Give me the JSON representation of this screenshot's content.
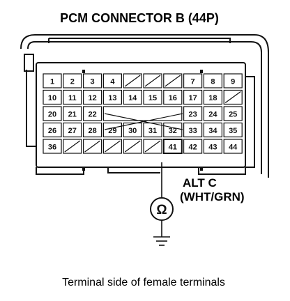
{
  "title": "PCM CONNECTOR B (44P)",
  "connector": {
    "pins": [
      {
        "id": "1",
        "row": 0,
        "col": 0
      },
      {
        "id": "2",
        "row": 0,
        "col": 1
      },
      {
        "id": "3",
        "row": 0,
        "col": 2
      },
      {
        "id": "4",
        "row": 0,
        "col": 3
      },
      {
        "id": "7",
        "row": 0,
        "col": 7
      },
      {
        "id": "8",
        "row": 0,
        "col": 8
      },
      {
        "id": "9",
        "row": 0,
        "col": 9
      },
      {
        "id": "10",
        "row": 1,
        "col": 0
      },
      {
        "id": "11",
        "row": 1,
        "col": 1
      },
      {
        "id": "12",
        "row": 1,
        "col": 2
      },
      {
        "id": "13",
        "row": 1,
        "col": 3
      },
      {
        "id": "14",
        "row": 1,
        "col": 4
      },
      {
        "id": "15",
        "row": 1,
        "col": 5
      },
      {
        "id": "16",
        "row": 1,
        "col": 6
      },
      {
        "id": "17",
        "row": 1,
        "col": 7
      },
      {
        "id": "18",
        "row": 1,
        "col": 8
      },
      {
        "id": "20",
        "row": 2,
        "col": 0
      },
      {
        "id": "21",
        "row": 2,
        "col": 1
      },
      {
        "id": "22",
        "row": 2,
        "col": 2
      },
      {
        "id": "23",
        "row": 2,
        "col": 7
      },
      {
        "id": "24",
        "row": 2,
        "col": 8
      },
      {
        "id": "25",
        "row": 2,
        "col": 9
      },
      {
        "id": "26",
        "row": 3,
        "col": 0
      },
      {
        "id": "27",
        "row": 3,
        "col": 1
      },
      {
        "id": "28",
        "row": 3,
        "col": 2
      },
      {
        "id": "29",
        "row": 3,
        "col": 3
      },
      {
        "id": "30",
        "row": 3,
        "col": 4
      },
      {
        "id": "31",
        "row": 3,
        "col": 5
      },
      {
        "id": "32",
        "row": 3,
        "col": 6
      },
      {
        "id": "33",
        "row": 3,
        "col": 7
      },
      {
        "id": "34",
        "row": 3,
        "col": 8
      },
      {
        "id": "35",
        "row": 3,
        "col": 9
      },
      {
        "id": "36",
        "row": 4,
        "col": 0
      },
      {
        "id": "41",
        "row": 4,
        "col": 6
      },
      {
        "id": "42",
        "row": 4,
        "col": 7
      },
      {
        "id": "43",
        "row": 4,
        "col": 8
      },
      {
        "id": "44",
        "row": 4,
        "col": 9
      }
    ],
    "highlighted_pin": "41"
  },
  "wire_label": {
    "line1": "ALT C",
    "line2": "(WHT/GRN)"
  },
  "meter_symbol": "Ω",
  "caption": "Terminal side of female terminals"
}
